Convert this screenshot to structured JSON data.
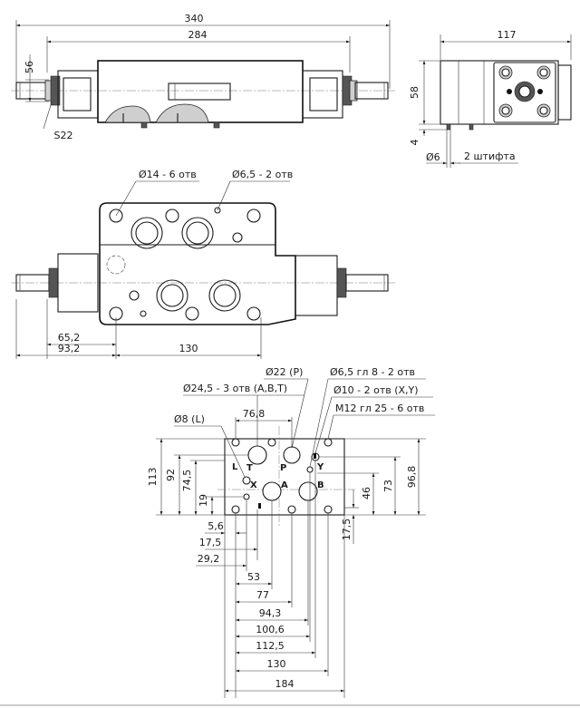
{
  "top_view": {
    "overall_length": "340",
    "body_length": "284",
    "spigot": "56",
    "wrench": "S22"
  },
  "side_view": {
    "width": "117",
    "height": "58",
    "pin_height": "4",
    "pin_diameter": "Ø6",
    "pins_note": "2 штифта"
  },
  "front_view": {
    "holes_large": "Ø14 - 6 отв",
    "holes_small": "Ø6,5 - 2 отв",
    "dim_65_2": "65,2",
    "dim_93_2": "93,2",
    "dim_130": "130"
  },
  "pattern": {
    "callouts": {
      "p_port": "Ø22 (P)",
      "pin_holes": "Ø6,5 гл 8 - 2 отв",
      "abt_ports": "Ø24,5 - 3 отв (A,B,T)",
      "xy_ports": "Ø10 - 2 отв (X,Y)",
      "threads": "M12 гл 25 - 6 отв",
      "l_port": "Ø8 (L)"
    },
    "ports": {
      "T": "T",
      "P": "P",
      "A": "A",
      "B": "B",
      "X": "X",
      "Y": "Y",
      "L": "L"
    },
    "top_width": "76,8",
    "left_dims": [
      "113",
      "92",
      "74,5",
      "19"
    ],
    "right_dims": [
      "96,8",
      "73",
      "46",
      "17,5"
    ],
    "bottom_dims": [
      "5,6",
      "17,5",
      "29,2",
      "53",
      "77",
      "94,3",
      "100,6",
      "112,5",
      "130",
      "184"
    ]
  }
}
